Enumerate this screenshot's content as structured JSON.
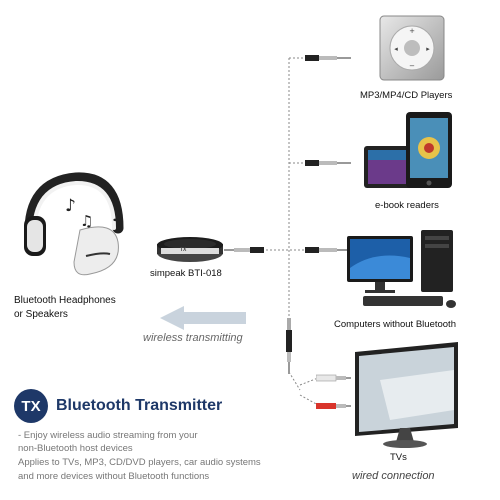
{
  "labels": {
    "mp3": "MP3/MP4/CD Players",
    "ebook": "e-book readers",
    "computers": "Computers without Bluetooth",
    "tvs": "TVs",
    "headphones_line1": "Bluetooth Headphones",
    "headphones_line2": "or Speakers",
    "device": "simpeak BTI-018",
    "device_mark": "TX",
    "wireless": "wireless transmitting",
    "wired": "wired connection"
  },
  "heading": {
    "badge": "TX",
    "title": "Bluetooth Transmitter"
  },
  "notes": [
    "- Enjoy wireless audio streaming from your",
    "non-Bluetooth host devices",
    "Applies to TVs, MP3, CD/DVD players, car audio systems",
    "and more devices without Bluetooth functions"
  ],
  "colors": {
    "accent": "#1e3868",
    "red_plug": "#d9342b"
  }
}
